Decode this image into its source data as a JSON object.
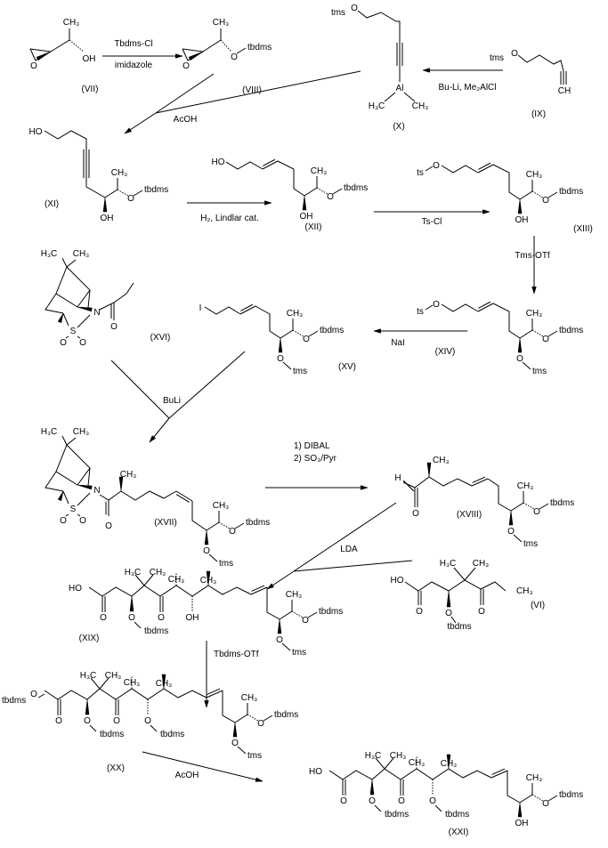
{
  "compounds": {
    "VII": {
      "label": "(VII)",
      "atoms": [
        "CH₃",
        "OH",
        "O"
      ]
    },
    "VIII": {
      "label": "(VIII)",
      "atoms": [
        "CH₃",
        "O",
        "tbdms",
        "O"
      ]
    },
    "X": {
      "label": "(X)",
      "atoms": [
        "tms",
        "O",
        "Al",
        "H₃C",
        "CH₃"
      ]
    },
    "IX": {
      "label": "(IX)",
      "atoms": [
        "tms",
        "O",
        "CH"
      ]
    },
    "XI": {
      "label": "(XI)",
      "atoms": [
        "HO",
        "CH₃",
        "O",
        "tbdms",
        "OH"
      ]
    },
    "XII": {
      "label": "(XII)",
      "atoms": [
        "HO",
        "CH₃",
        "O",
        "tbdms",
        "OH"
      ]
    },
    "XIII": {
      "label": "(XIII)",
      "atoms": [
        "ts",
        "O",
        "CH₃",
        "O",
        "tbdms",
        "OH"
      ]
    },
    "XIV": {
      "label": "(XIV)",
      "atoms": [
        "ts",
        "O",
        "CH₃",
        "O",
        "tbdms",
        "O",
        "tms"
      ]
    },
    "XV": {
      "label": "(XV)",
      "atoms": [
        "I",
        "CH₃",
        "O",
        "tbdms",
        "O",
        "tms"
      ]
    },
    "XVI": {
      "label": "(XVI)",
      "atoms": [
        "H₃C",
        "CH₃",
        "N",
        "S",
        "O",
        "O",
        "O"
      ]
    },
    "XVII": {
      "label": "(XVII)",
      "atoms": [
        "H₃C",
        "CH₃",
        "N",
        "S",
        "O",
        "O",
        "O",
        "CH₃",
        "CH₃",
        "O",
        "tbdms",
        "O",
        "tms"
      ]
    },
    "XVIII": {
      "label": "(XVIII)",
      "atoms": [
        "H",
        "O",
        "CH₃",
        "CH₃",
        "O",
        "tbdms",
        "O",
        "tms"
      ]
    },
    "VI": {
      "label": "(VI)",
      "atoms": [
        "HO",
        "O",
        "H₃C",
        "CH₃",
        "O",
        "tbdms",
        "O",
        "CH₃"
      ]
    },
    "XIX": {
      "label": "(XIX)",
      "atoms": [
        "HO",
        "O",
        "O",
        "tbdms",
        "H₃C",
        "CH₃",
        "O",
        "CH₃",
        "OH",
        "CH₃",
        "CH₃",
        "O",
        "tbdms",
        "O",
        "tms"
      ]
    },
    "XX": {
      "label": "(XX)",
      "atoms": [
        "tbdms",
        "O",
        "O",
        "O",
        "tbdms",
        "H₃C",
        "CH₃",
        "O",
        "CH₃",
        "O",
        "tbdms",
        "CH₃",
        "CH₃",
        "O",
        "tbdms",
        "O",
        "tms"
      ]
    },
    "XXI": {
      "label": "(XXI)",
      "atoms": [
        "HO",
        "O",
        "O",
        "tbdms",
        "H₃C",
        "CH₃",
        "O",
        "CH₃",
        "O",
        "tbdms",
        "CH₃",
        "CH₃",
        "O",
        "tbdms",
        "OH"
      ]
    }
  },
  "reagents": {
    "tbdms_cl": "Tbdms-Cl",
    "imidazole": "imidazole",
    "buli_me2alcl": "Bu-Li, Me₂AlCl",
    "acoh_1": "AcOH",
    "lindlar": "H₂, Lindlar cat.",
    "ts_cl": "Ts-Cl",
    "tms_otf": "Tms-OTf",
    "nai": "NaI",
    "buli": "BuLi",
    "dibal": "1) DIBAL",
    "so3_pyr": "2) SO₃/Pyr",
    "lda": "LDA",
    "tbdms_otf": "Tbdms-OTf",
    "acoh_2": "AcOH"
  }
}
